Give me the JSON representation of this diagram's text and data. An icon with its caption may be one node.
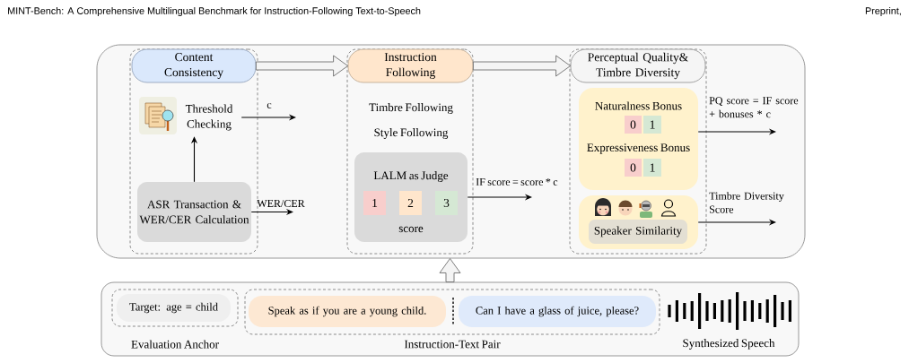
{
  "diagram": {
    "nodes": [
      {
        "text": [],
        "shape": "box"
      },
      {
        "text": [],
        "shape": "box",
        "in": 0
      },
      {
        "text": [
          "Content Consistency"
        ],
        "in": 1
      },
      {
        "text": [
          "Threshold Checking"
        ],
        "in": 1
      },
      {
        "text": [
          "ASR Transaction & WER/CER Calculation"
        ],
        "in": 1
      },
      {
        "text": [],
        "shape": "box",
        "in": 0
      },
      {
        "text": [
          "Instruction Following"
        ],
        "in": 5
      },
      {
        "text": [
          "LALM as Judge",
          "score"
        ],
        "in": 5
      },
      {
        "text": [
          "1"
        ],
        "in": 7
      },
      {
        "text": [
          "2"
        ],
        "in": 7
      },
      {
        "text": [
          "3"
        ],
        "in": 7
      },
      {
        "text": [],
        "shape": "box",
        "in": 0
      },
      {
        "text": [
          "Perceptual Quality& Timbre Diversity"
        ],
        "in": 11
      },
      {
        "text": [
          "Naturalness Bonus",
          "Expressiveness Bonus"
        ],
        "in": 11
      },
      {
        "text": [
          "0"
        ],
        "in": 13
      },
      {
        "text": [
          "1"
        ],
        "in": 13
      },
      {
        "text": [
          "0"
        ],
        "in": 13
      },
      {
        "text": [
          "1"
        ],
        "in": 13
      },
      {
        "text": [],
        "shape": "box",
        "in": 11
      },
      {
        "text": [
          "Speaker Similarity"
        ],
        "in": 18
      },
      {
        "text": [],
        "shape": "box"
      },
      {
        "text": [
          "Evaluation Anchor"
        ],
        "in": 20
      },
      {
        "text": [
          "Target: age = child"
        ],
        "in": 21
      },
      {
        "text": [
          "Instruction-Text Pair"
        ],
        "in": 20
      },
      {
        "text": [
          "Speak as if you are a young child."
        ],
        "in": 23
      },
      {
        "text": [
          "Can I have a glass of juice, please?"
        ],
        "in": 23
      }
    ],
    "edges": [
      {
        "from": 4,
        "to": 3,
        "arrow": "to"
      },
      {
        "from": 3,
        "to": null,
        "arrow": "to",
        "label": "c"
      },
      {
        "from": 4,
        "to": null,
        "arrow": "to",
        "label": "WER/CER"
      },
      {
        "from": 2,
        "to": 6,
        "arrow": "to",
        "style": "thick"
      },
      {
        "from": 6,
        "to": 12,
        "arrow": "to",
        "style": "thick"
      },
      {
        "from": 7,
        "to": null,
        "arrow": "to",
        "label": "IF score = score * c"
      },
      {
        "from": 13,
        "to": null,
        "arrow": "to",
        "label": "PQ score = IF score + bonuses * c"
      },
      {
        "from": 18,
        "to": null,
        "arrow": "to",
        "label": "Timbre Diversity Score"
      },
      {
        "from": 20,
        "to": 0,
        "arrow": "to",
        "style": "thick"
      }
    ],
    "labels": [
      "MINT-Bench: A Comprehensive Multilingual Benchmark for Instruction-Following Text-to-Speech",
      "Preprint,",
      "Timbre Following",
      "Style Following",
      "Synthesized Speech"
    ]
  }
}
